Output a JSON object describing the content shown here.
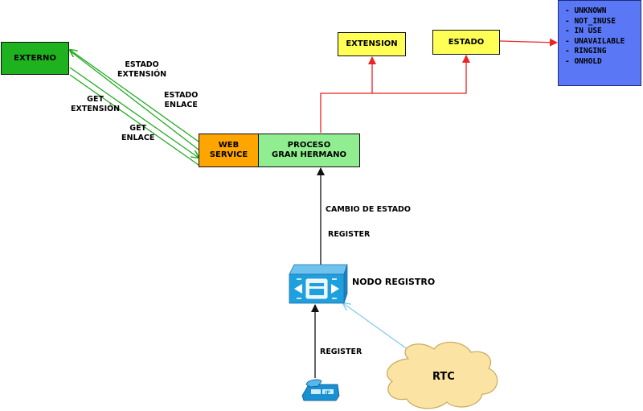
{
  "nodes": {
    "externo": "EXTERNO",
    "web_service": "WEB\nSERVICE",
    "proceso": "PROCESO\nGRAN HERMANO",
    "extension": "EXTENSION",
    "estado": "ESTADO",
    "nodo_registro": "NODO REGISTRO",
    "rtc": "RTC"
  },
  "edge_labels": {
    "estado_extension": "ESTADO\nEXTENSIÓN",
    "estado_enlace": "ESTADO\nENLACE",
    "get_extension": "GET\nEXTENSIÓN",
    "get_enlace": "GET\nENLACE",
    "cambio_estado": "CAMBIO DE ESTADO",
    "register_top": "REGISTER",
    "register_bottom": "REGISTER"
  },
  "states": [
    "- UNKNOWN",
    "- NOT_INUSE",
    "- IN USE",
    "- UNAVAILABLE",
    "- RINGING",
    "- ONHOLD"
  ],
  "icons": {
    "phone_badge": "IP"
  },
  "colors": {
    "externo": "#1fb21f",
    "web_service": "#ffa500",
    "proceso": "#90ee90",
    "note": "#ffff55",
    "states_box": "#5a78f5",
    "green_arrow": "#22aa22",
    "red_arrow": "#ee2222",
    "cyan_arrow": "#88ccf0",
    "cloud": "#fbe3a3"
  }
}
